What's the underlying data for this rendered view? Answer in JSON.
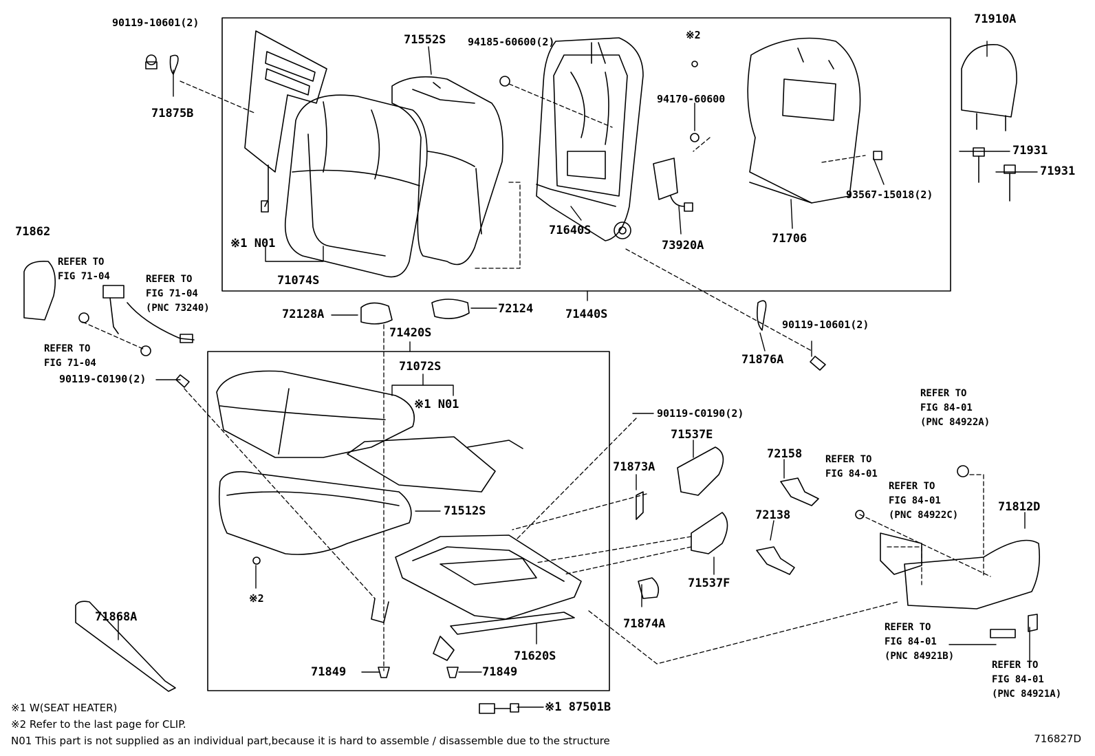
{
  "colors": {
    "line": "#000000",
    "background": "#ffffff"
  },
  "parts": {
    "p71910A": "71910A",
    "p90119_10601_top": "90119-10601(2)",
    "p71875B": "71875B",
    "p71552S": "71552S",
    "p94185": "94185-60600(2)",
    "note2_top": "※2",
    "p94170": "94170-60600",
    "p71931_a": "71931",
    "p71931_b": "71931",
    "p93567": "93567-15018(2)",
    "p71640S": "71640S",
    "p73920A": "73920A",
    "p71706": "71706",
    "p71862": "71862",
    "n01_top": "※1 N01",
    "p71074S": "71074S",
    "p72128A": "72128A",
    "p72124": "72124",
    "p71440S": "71440S",
    "p71420S": "71420S",
    "p90119_10601_mid": "90119-10601(2)",
    "p71876A": "71876A",
    "p71072S": "71072S",
    "p90119_C0190_left": "90119-C0190(2)",
    "n01_bottom": "※1 N01",
    "p90119_C0190_right": "90119-C0190(2)",
    "p71537E": "71537E",
    "p72158": "72158",
    "p71873A": "71873A",
    "p71512S": "71512S",
    "p72138": "72138",
    "p71812D": "71812D",
    "p71537F": "71537F",
    "note2_bottom": "※2",
    "p71868A": "71868A",
    "p71874A": "71874A",
    "p71620S": "71620S",
    "p71849_a": "71849",
    "p71849_b": "71849",
    "p87501B": "※1 87501B"
  },
  "refs": {
    "fig71_a": [
      "REFER TO",
      "FIG 71-04"
    ],
    "fig71_b": [
      "REFER TO",
      "FIG 71-04",
      "(PNC 73240)"
    ],
    "fig71_c": [
      "REFER TO",
      "FIG 71-04"
    ],
    "fig84_a": [
      "REFER TO",
      "FIG 84-01",
      "(PNC 84922A)"
    ],
    "fig84_b": [
      "REFER TO",
      "FIG 84-01"
    ],
    "fig84_c": [
      "REFER TO",
      "FIG 84-01",
      "(PNC 84922C)"
    ],
    "fig84_d": [
      "REFER TO",
      "FIG 84-01",
      "(PNC 84921B)"
    ],
    "fig84_e": [
      "REFER TO",
      "FIG 84-01",
      "(PNC 84921A)"
    ]
  },
  "notes": {
    "note1": "※1 W(SEAT HEATER)",
    "note2": "※2 Refer to the last page for CLIP.",
    "n01": "N01 This part is not supplied as an individual part,because it is hard to assemble / disassemble due to the structure"
  },
  "figure_number": "716827D"
}
